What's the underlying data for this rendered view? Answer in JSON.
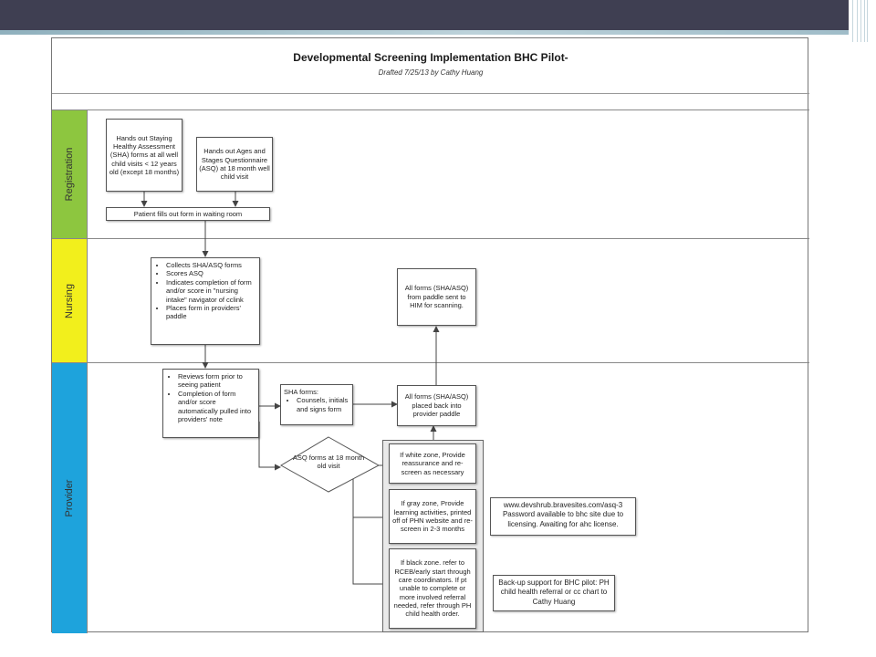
{
  "header": {
    "title": "Developmental Screening Implementation BHC Pilot-",
    "subtitle": "Drafted 7/25/13 by Cathy Huang"
  },
  "lanes": [
    {
      "label": "Registration",
      "color": "#8dc63f"
    },
    {
      "label": "Nursing",
      "color": "#f2ef1c"
    },
    {
      "label": "Provider",
      "color": "#1ea3dc"
    }
  ],
  "registration": {
    "sha_box": "Hands out Staying Healthy Assessment (SHA) forms at all well child visits < 12 years old (except 18 months)",
    "asq_box": "Hands out Ages and Stages Questionnaire (ASQ) at 18 month well child visit",
    "waiting_room": "Patient fills out form in waiting room"
  },
  "nursing": {
    "tasks": [
      "Collects SHA/ASQ forms",
      "Scores ASQ",
      "Indicates completion of form and/or score in \"nursing intake\" navigator of cclink",
      "Places form in providers' paddle"
    ],
    "him_box": "All forms (SHA/ASQ) from paddle sent to HIM for scanning."
  },
  "provider": {
    "review_items": [
      "Reviews form prior to seeing patient",
      "Completion of form and/or score automatically pulled into providers' note"
    ],
    "sha_title": "SHA forms:",
    "sha_items": [
      "Counsels, initials and signs form"
    ],
    "paddle_box": "All forms (SHA/ASQ) placed back into provider paddle",
    "asq_decision": "ASQ forms at 18 month old visit",
    "white_zone": "If white zone, Provide reassurance and re-screen as necessary",
    "gray_zone": "If gray zone, Provide learning activities, printed off of PHN website and re-screen in 2-3 months",
    "black_zone": "If black zone. refer to RCEB/early start through care coordinators. If pt unable to complete or more involved referral needed, refer through PH child health order.",
    "link_note": "www.devshrub.bravesites.com/asq-3 Password available to bhc site due to licensing. Awaiting for ahc license.",
    "backup_note": "Back-up support for BHC pilot: PH child health referral or cc chart to Cathy Huang"
  }
}
